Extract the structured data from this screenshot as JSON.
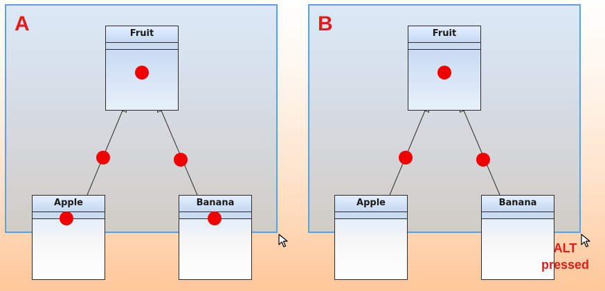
{
  "panels": [
    {
      "label": "A",
      "classes": {
        "super": "Fruit",
        "left": "Apple",
        "right": "Banana"
      }
    },
    {
      "label": "B",
      "classes": {
        "super": "Fruit",
        "left": "Apple",
        "right": "Banana"
      }
    }
  ],
  "note": {
    "line1": "ALT",
    "line2": "pressed"
  },
  "colors": {
    "marker": "#f00000",
    "accent": "#e41b1b",
    "panel_border": "#5aa0e8"
  },
  "icons": [
    "mouse-pointer-icon"
  ]
}
